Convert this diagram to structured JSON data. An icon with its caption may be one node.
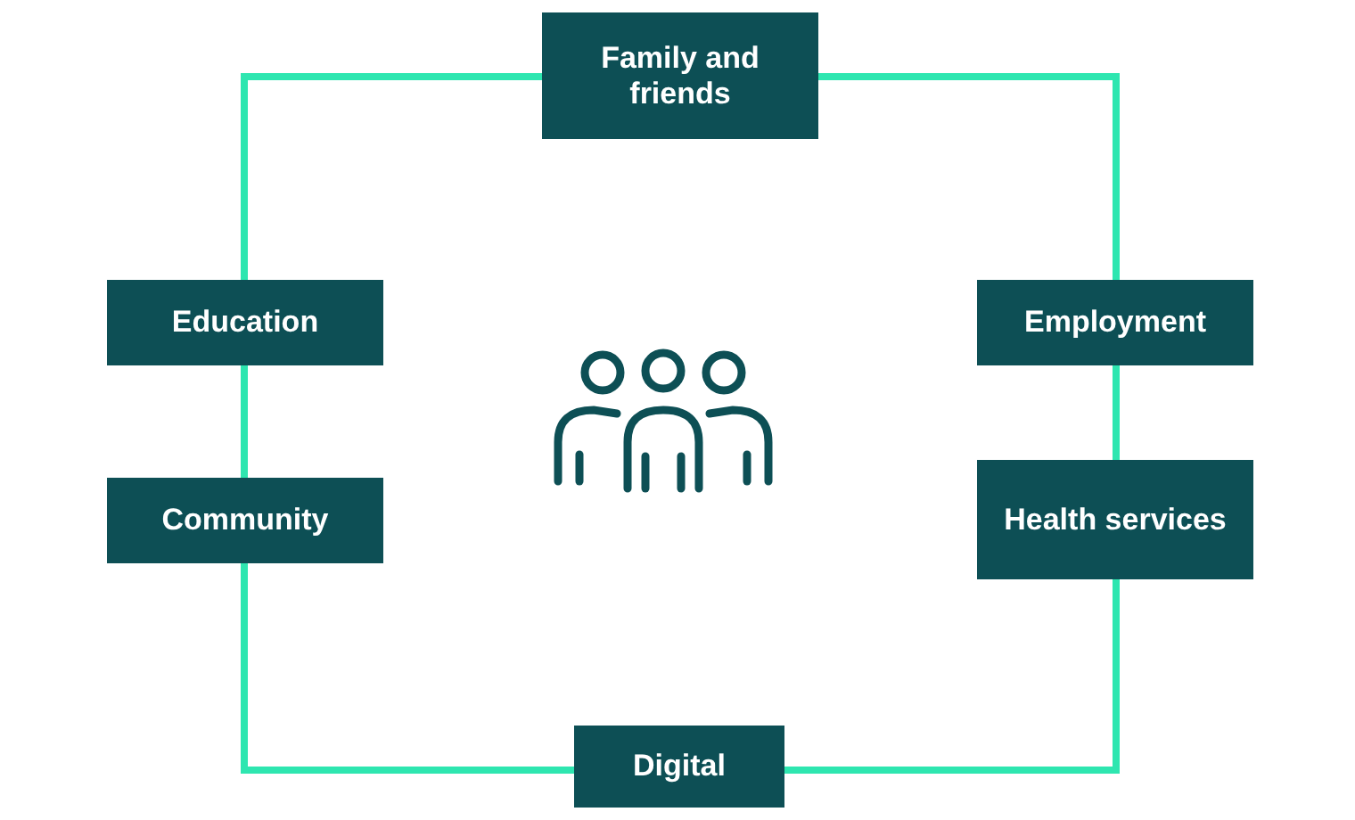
{
  "diagram": {
    "nodes": [
      {
        "text": [
          "Family and friends"
        ]
      },
      {
        "text": [
          "Employment"
        ]
      },
      {
        "text": [
          "Health services"
        ]
      },
      {
        "text": [
          "Digital"
        ]
      },
      {
        "text": [
          "Community"
        ]
      },
      {
        "text": [
          "Education"
        ]
      }
    ],
    "edges": [
      {
        "from": 0,
        "to": 1,
        "arrow": "none"
      },
      {
        "from": 1,
        "to": 2,
        "arrow": "none"
      },
      {
        "from": 2,
        "to": 3,
        "arrow": "none"
      },
      {
        "from": 3,
        "to": 4,
        "arrow": "none"
      },
      {
        "from": 4,
        "to": 5,
        "arrow": "none"
      },
      {
        "from": 5,
        "to": 0,
        "arrow": "none"
      }
    ]
  }
}
